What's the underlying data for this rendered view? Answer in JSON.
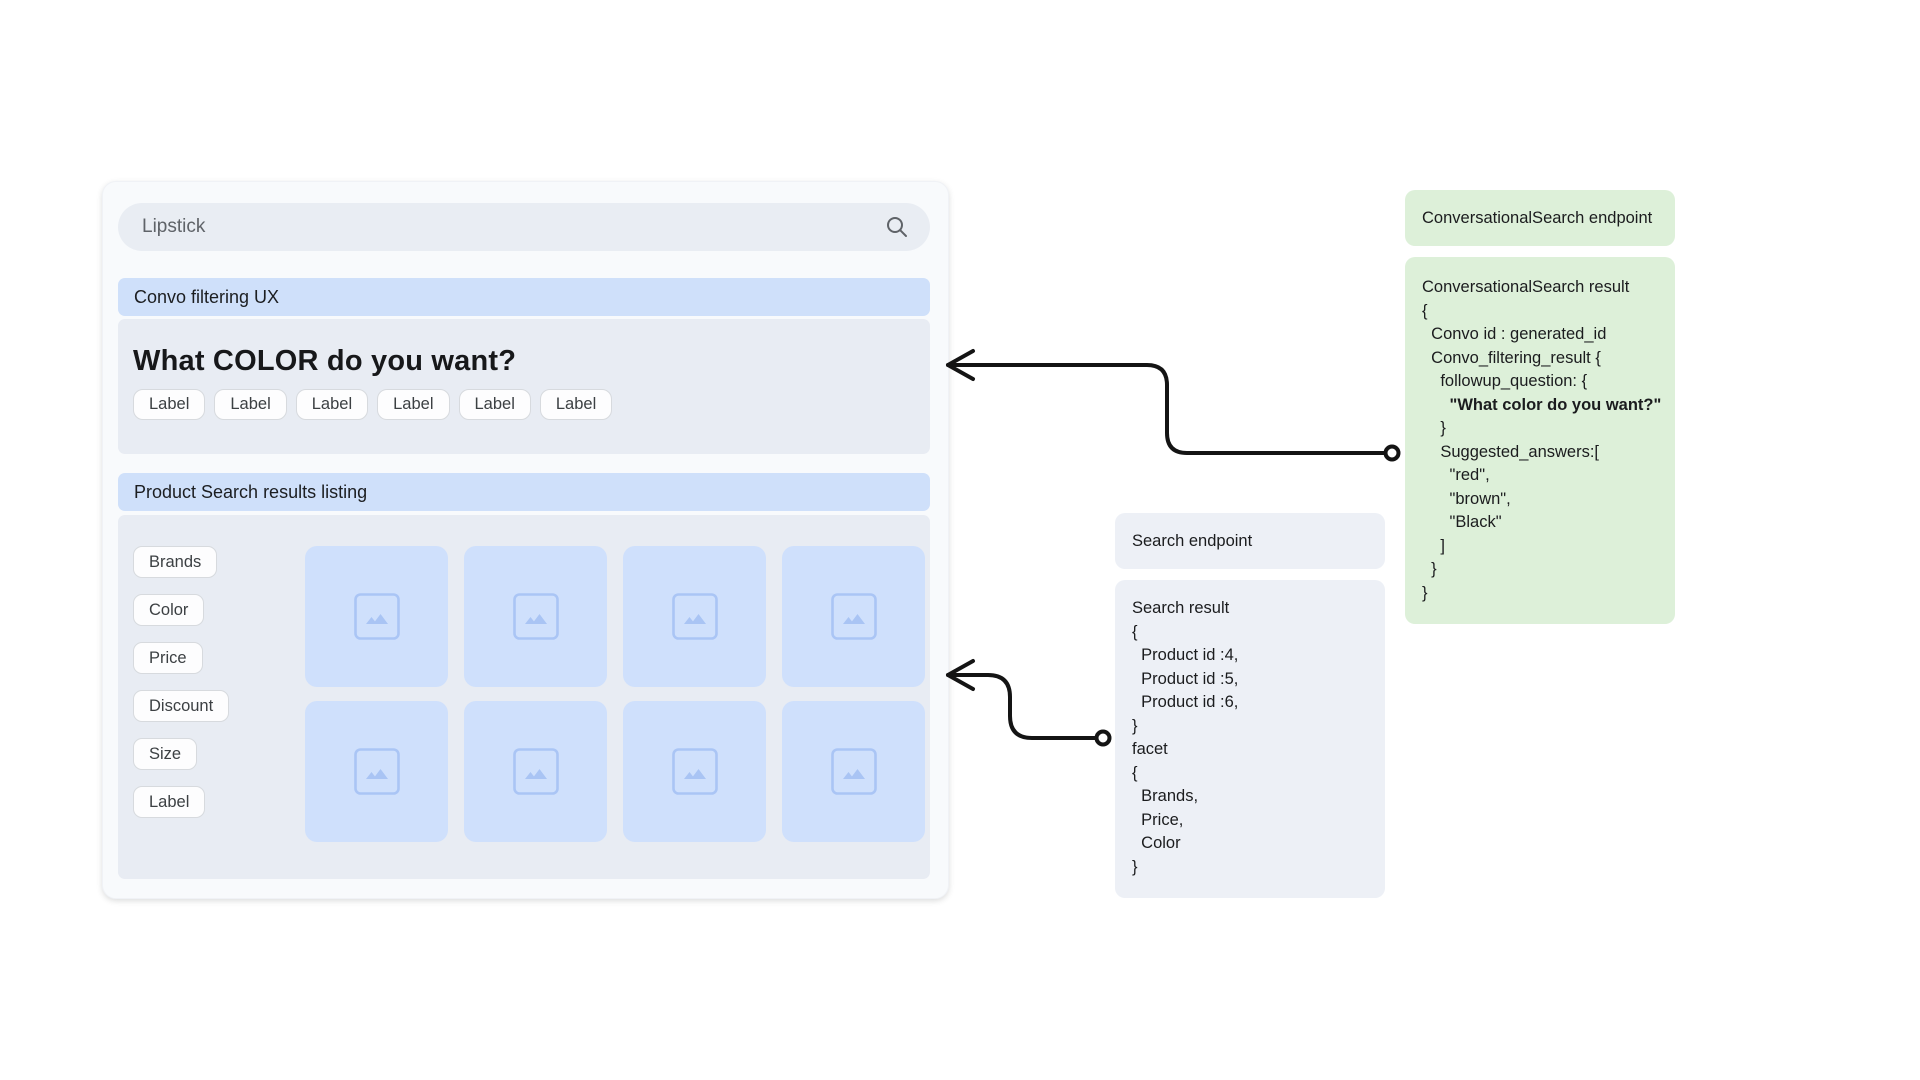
{
  "ui_mock": {
    "search_bar": {
      "value": "Lipstick",
      "icon": "search-icon"
    },
    "convo_section": {
      "banner": "Convo filtering UX",
      "question": "What COLOR do you want?",
      "answer_chips": [
        "Label",
        "Label",
        "Label",
        "Label",
        "Label",
        "Label"
      ]
    },
    "results_section": {
      "banner": "Product Search results listing",
      "facet_buttons": [
        "Brands",
        "Color",
        "Price",
        "Discount",
        "Size",
        "Label"
      ],
      "product_placeholder_count": 8
    }
  },
  "callouts": {
    "convo_endpoint": {
      "title": "ConversationalSearch endpoint"
    },
    "convo_result": {
      "title": "ConversationalSearch result",
      "lines": [
        "{",
        "  Convo id : generated_id",
        "  Convo_filtering_result {",
        "    followup_question: {",
        "      \"What color do you want?\"",
        "    }",
        "    Suggested_answers:[",
        "      \"red\",",
        "      \"brown\",",
        "      \"Black\"",
        "    ]",
        "  }",
        "}"
      ],
      "bold_line": "      \"What color do you want?\""
    },
    "search_endpoint": {
      "title": "Search endpoint"
    },
    "search_result": {
      "title": "Search result",
      "lines": [
        "{",
        "  Product id :4,",
        "  Product id :5,",
        "  Product id :6,",
        "}",
        "facet",
        "{",
        "  Brands,",
        "  Price,",
        "  Color",
        "}"
      ]
    }
  },
  "colors": {
    "banner_blue": "#cfe0fa",
    "section_bg": "#e8ecf3",
    "tile_blue": "#cfe0fc",
    "placeholder_icon_blue": "#a9c4f4",
    "green_callout": "#ddf0d9",
    "gray_callout": "#edf0f6",
    "card_bg": "#f8fafc",
    "search_pill": "#e9edf3",
    "arrow": "#141414",
    "text_dark": "#1b1c1e",
    "text_muted": "#5f6368"
  }
}
